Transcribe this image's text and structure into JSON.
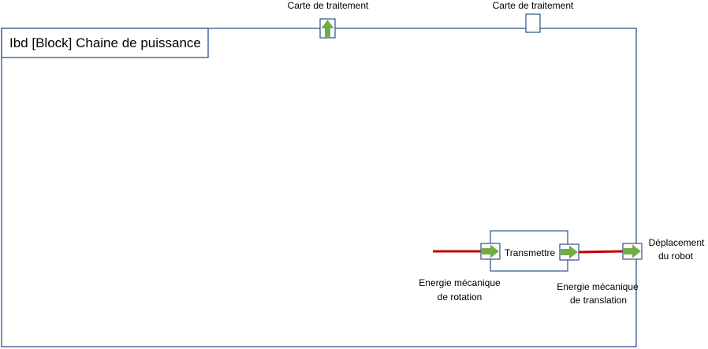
{
  "diagram": {
    "title": "Ibd [Block] Chaine de puissance",
    "ports": {
      "top_left_label": "Carte de traitement",
      "top_right_label": "Carte de traitement",
      "right_label_line1": "Déplacement",
      "right_label_line2": "du robot"
    },
    "block": {
      "label": "Transmettre"
    },
    "flows": {
      "input_label_line1": "Energie mécanique",
      "input_label_line2": "de rotation",
      "output_label_line1": "Energie mécanique",
      "output_label_line2": "de translation"
    },
    "colors": {
      "frame_border": "#2F528F",
      "port_arrow": "#70AD47",
      "flow_line": "#C00000"
    }
  }
}
